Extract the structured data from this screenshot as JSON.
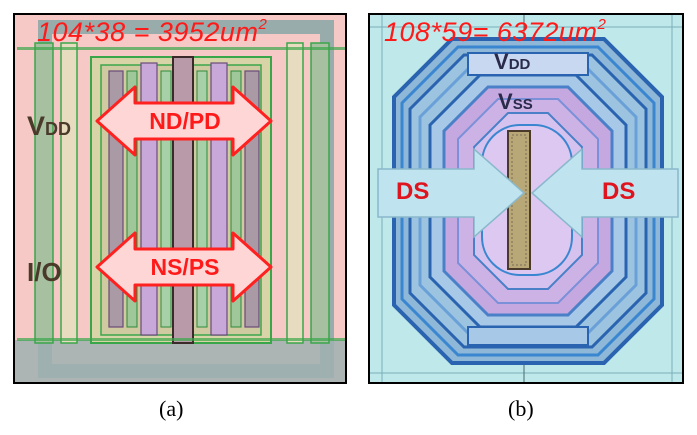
{
  "panel_a": {
    "area_main": "104*38 = 3952um",
    "area_exp": "2",
    "vdd_main": "V",
    "vdd_sub": "DD",
    "io_label": "I/O",
    "arrow_top_label": "ND/PD",
    "arrow_bottom_label": "NS/PS",
    "caption": "(a)"
  },
  "panel_b": {
    "area_main": "108*59= 6372um",
    "area_exp": "2",
    "vdd_main": "V",
    "vdd_sub": "DD",
    "vss_main": "V",
    "vss_sub": "SS",
    "ds_left": "DS",
    "ds_right": "DS",
    "caption": "(b)"
  },
  "colors": {
    "area_text": "#ff1a1a",
    "arrow_fill": "#ffd6d6",
    "arrow_stroke": "#ff2020",
    "ds_arrow_fill": "#bfe3ef",
    "ds_text": "#e0141e"
  }
}
